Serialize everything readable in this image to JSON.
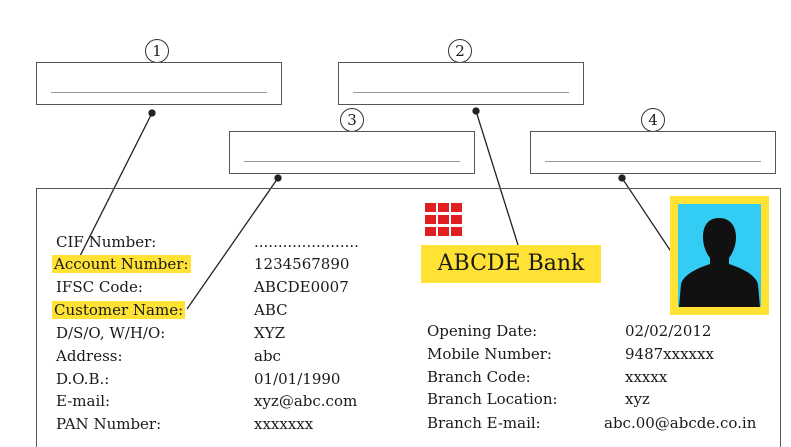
{
  "callouts": [
    {
      "number": "1"
    },
    {
      "number": "2"
    },
    {
      "number": "3"
    },
    {
      "number": "4"
    }
  ],
  "bank": {
    "name": "ABCDE Bank",
    "logo_icon": "grid-logo-icon",
    "logo_color": "#e02020",
    "highlight_color": "#ffe234",
    "photo_bg_color": "#33ccf5"
  },
  "left_fields": [
    {
      "label": "CIF Number:",
      "value": "......................",
      "highlighted": false
    },
    {
      "label": "Account Number:",
      "value": "1234567890",
      "highlighted": true
    },
    {
      "label": "IFSC Code:",
      "value": "ABCDE0007",
      "highlighted": false
    },
    {
      "label": "Customer Name:",
      "value": "ABC",
      "highlighted": true
    },
    {
      "label": "D/S/O, W/H/O:",
      "value": "XYZ",
      "highlighted": false
    },
    {
      "label": "Address:",
      "value": "abc",
      "highlighted": false
    },
    {
      "label": "D.O.B.:",
      "value": "01/01/1990",
      "highlighted": false
    },
    {
      "label": "E-mail:",
      "value": "xyz@abc.com",
      "highlighted": false
    },
    {
      "label": "PAN Number:",
      "value": "xxxxxxx",
      "highlighted": false
    }
  ],
  "right_fields": [
    {
      "label": "Opening Date:",
      "value": "02/02/2012"
    },
    {
      "label": "Mobile Number:",
      "value": "9487xxxxxx"
    },
    {
      "label": "Branch Code:",
      "value": "xxxxx"
    },
    {
      "label": "Branch Location:",
      "value": "xyz"
    },
    {
      "label": "Branch E-mail:",
      "value": "abc.00@abcde.co.in"
    }
  ]
}
